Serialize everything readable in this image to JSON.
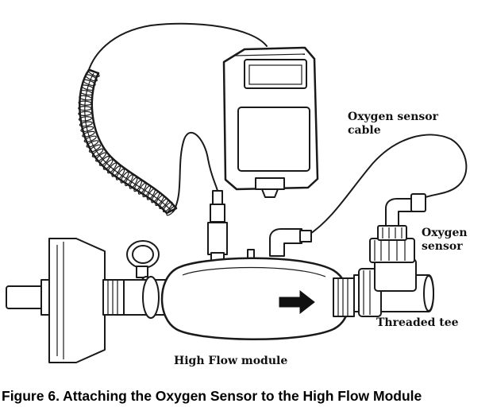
{
  "labels": {
    "oxygen_sensor_cable": [
      "Oxygen sensor",
      "cable"
    ],
    "oxygen_sensor": [
      "Oxygen",
      "sensor"
    ],
    "threaded_tee": "Threaded tee",
    "high_flow_module": "High Flow module"
  },
  "caption": "Figure 6. Attaching the Oxygen Sensor to the High Flow Module"
}
